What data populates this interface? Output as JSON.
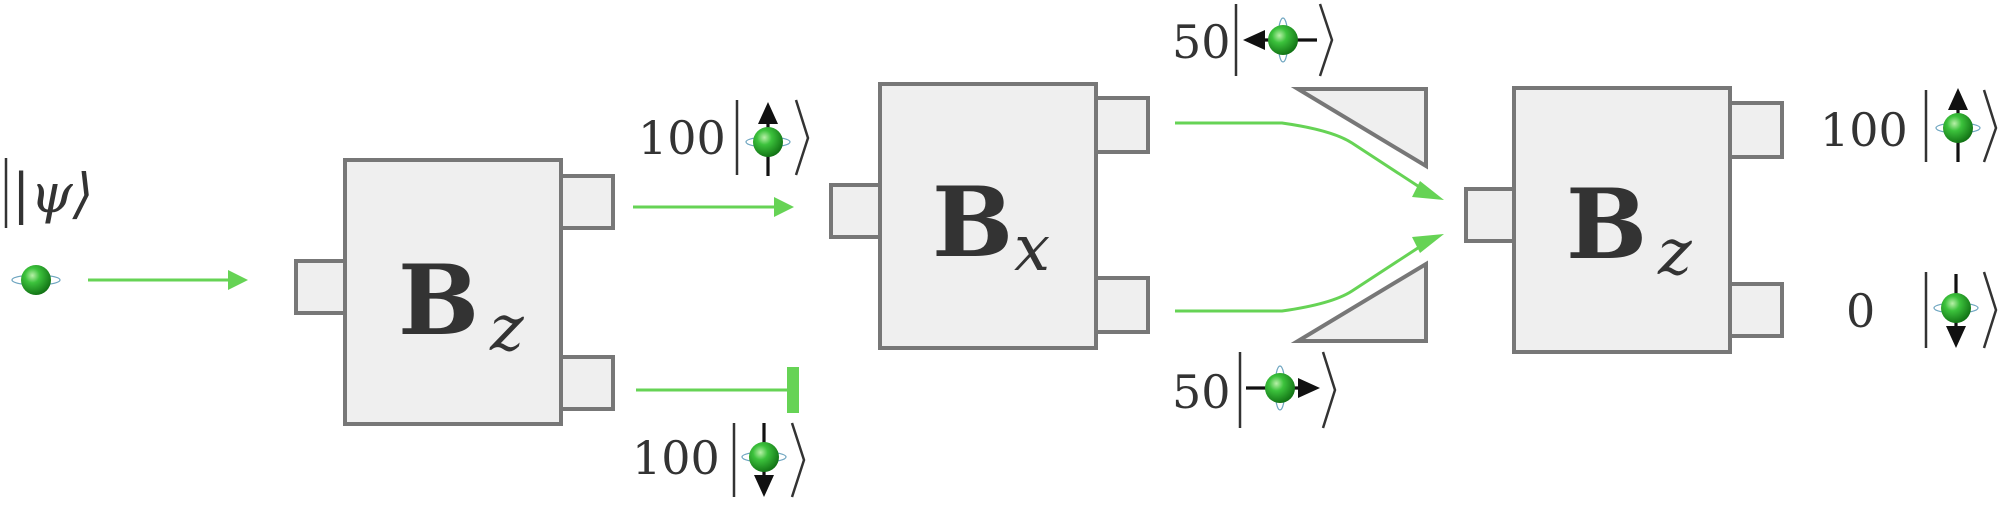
{
  "input": {
    "state_label": "|ψ⟩"
  },
  "devices": [
    {
      "main": "B",
      "sub": "z"
    },
    {
      "main": "B",
      "sub": "x"
    },
    {
      "main": "B",
      "sub": "z"
    }
  ],
  "outputs": {
    "first_up_count": "100",
    "first_down_count": "100",
    "second_left_count": "50",
    "second_right_count": "50",
    "third_up_count": "100",
    "third_down_count": "0"
  },
  "colors": {
    "beam": "#66d355",
    "box_fill": "#efefef",
    "box_stroke": "#777777",
    "particle": "#22a022"
  },
  "icons": [
    "spin-particle-icon",
    "spin-up-arrow-icon",
    "spin-down-arrow-icon",
    "spin-left-arrow-icon",
    "spin-right-arrow-icon"
  ]
}
